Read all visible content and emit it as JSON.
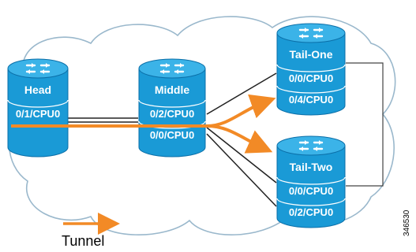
{
  "colors": {
    "router_fill": "#1a9ad6",
    "router_dark": "#0b6fa8",
    "router_top": "#3bb3e8",
    "tunnel": "#f28a26",
    "link": "#222222",
    "cloud_stroke": "#9ab8cc"
  },
  "routers": [
    {
      "name": "Head",
      "interfaces": [
        "0/1/CPU0"
      ]
    },
    {
      "name": "Middle",
      "interfaces": [
        "0/2/CPU0",
        "0/0/CPU0"
      ]
    },
    {
      "name": "Tail-One",
      "interfaces": [
        "0/0/CPU0",
        "0/4/CPU0"
      ]
    },
    {
      "name": "Tail-Two",
      "interfaces": [
        "0/0/CPU0",
        "0/2/CPU0"
      ]
    }
  ],
  "legend": {
    "tunnel_label": "Tunnel"
  },
  "figure_id": "346530"
}
